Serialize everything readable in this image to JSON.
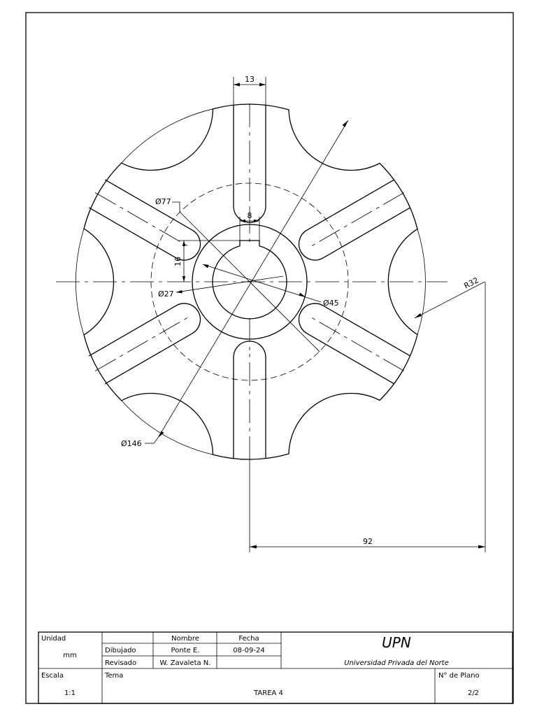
{
  "dimensions": {
    "slot_width": "13",
    "keyway_width": "8",
    "keyway_depth": "16",
    "bolt_circle": "Ø77",
    "bore": "Ø27",
    "hub": "Ø45",
    "outer": "Ø146",
    "notch_radius": "R32",
    "notch_center_distance": "92"
  },
  "title_block": {
    "unidad_label": "Unidad",
    "unidad_value": "mm",
    "nombre_header": "Nombre",
    "fecha_header": "Fecha",
    "dibujado_label": "Dibujado",
    "dibujado_name": "Ponte E.",
    "dibujado_date": "08-09-24",
    "revisado_label": "Revisado",
    "revisado_name": "W. Zavaleta N.",
    "institution_abbr": "UPN",
    "institution_name": "Universidad Privada del Norte",
    "escala_label": "Escala",
    "escala_value": "1:1",
    "tema_label": "Tema",
    "tema_value": "TAREA 4",
    "plano_label": "N° de Plano",
    "plano_value": "2/2"
  }
}
